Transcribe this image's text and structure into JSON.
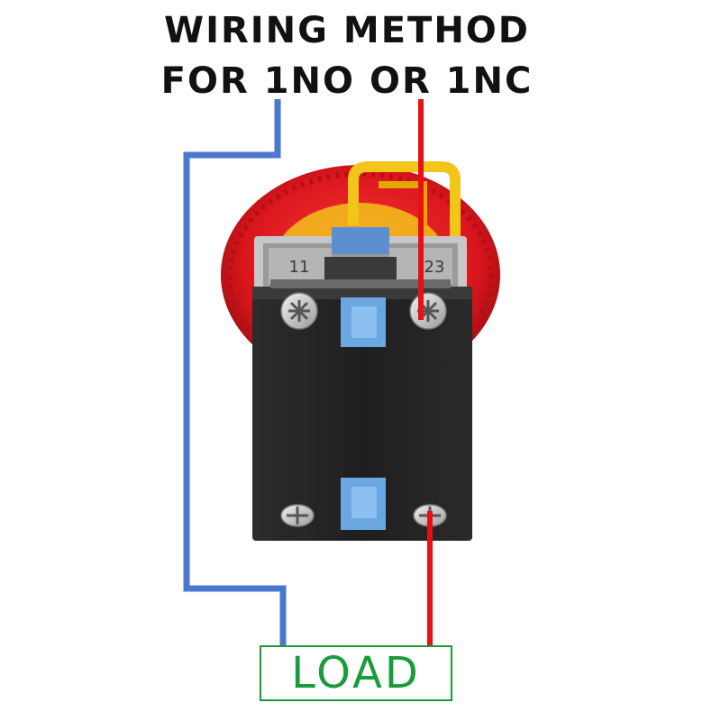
{
  "title": {
    "line1": "WIRING METHOD",
    "line2": "FOR 1NO OR 1NC"
  },
  "terminal_labels": {
    "left": "11",
    "right": "23"
  },
  "load": {
    "label": "LOAD"
  },
  "colors": {
    "wire_blue": "#4a78d0",
    "wire_red": "#e81010",
    "load_green": "#1a9b3c",
    "housing_black": "#262626",
    "button_red": "#d9161c",
    "contact_blue": "#6aa6e0",
    "latch_yellow": "#f2c519"
  }
}
